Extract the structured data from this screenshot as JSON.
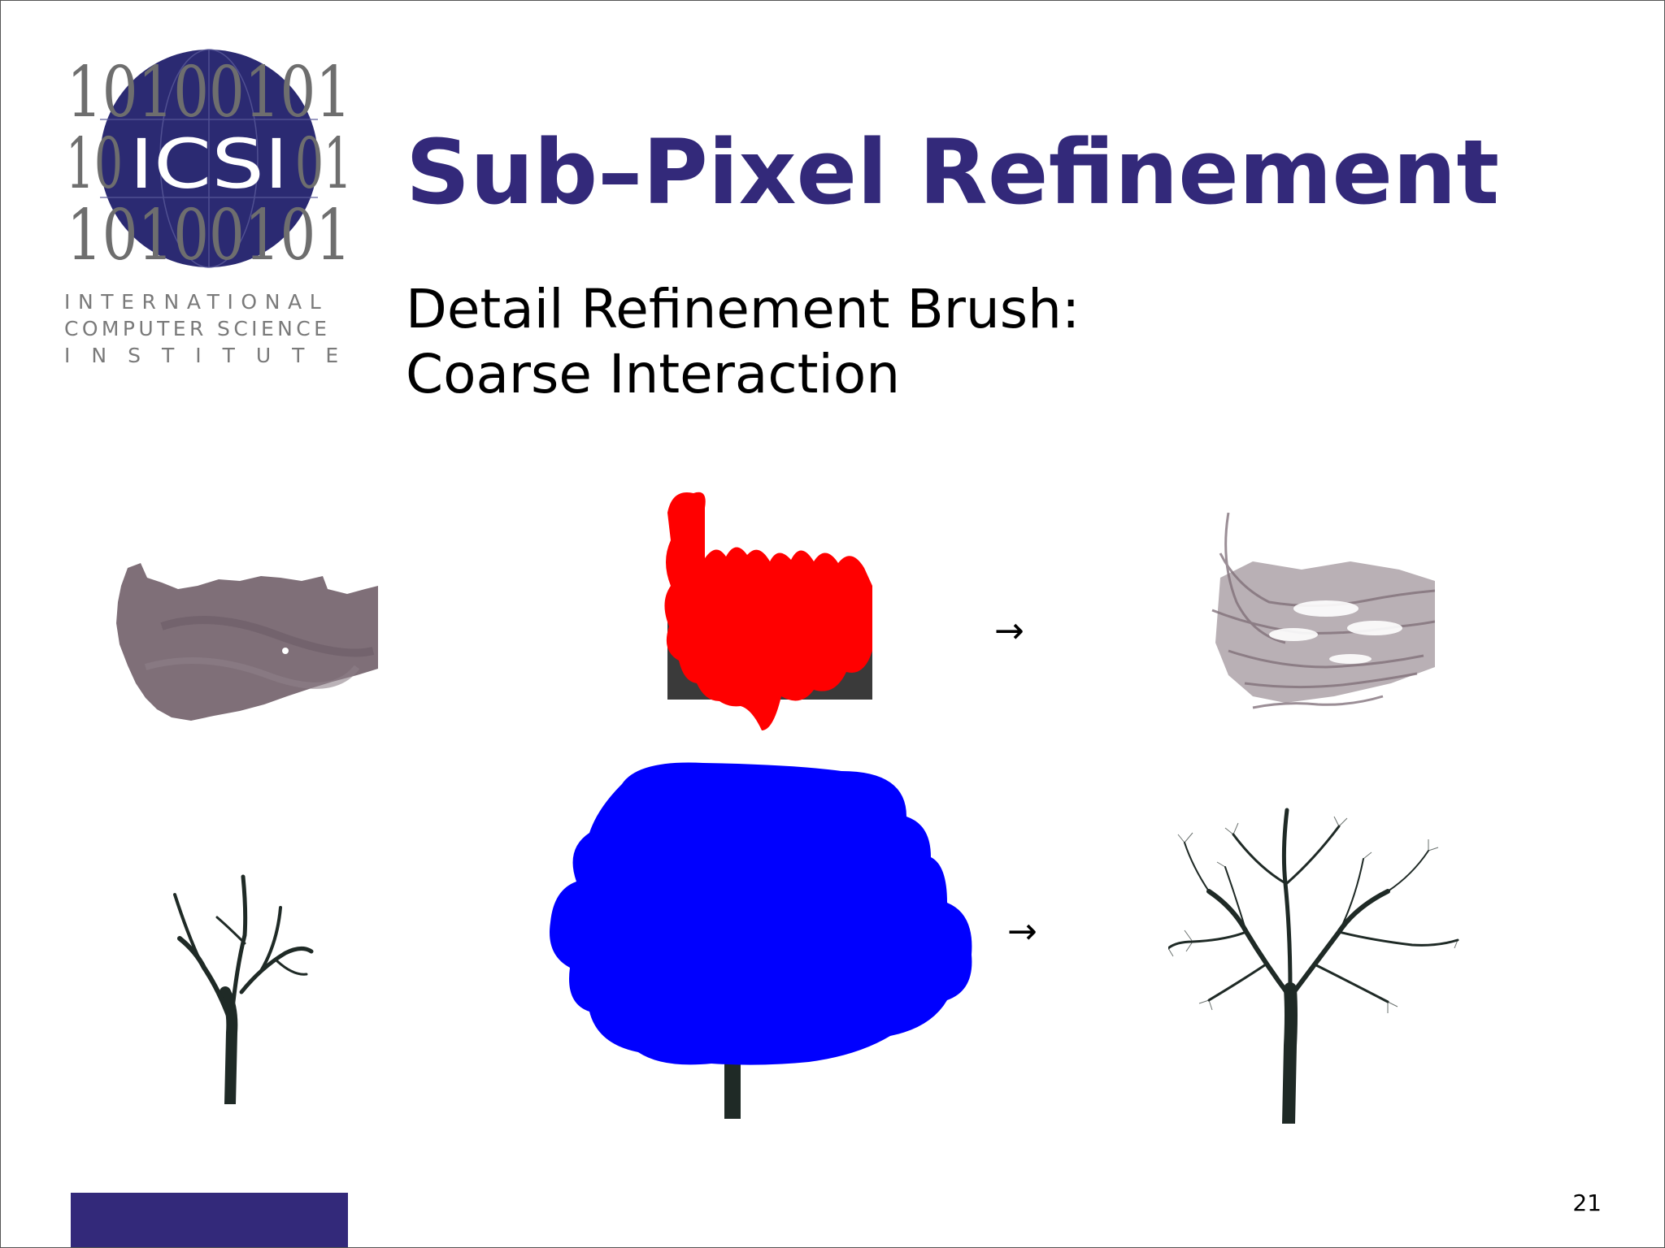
{
  "logo": {
    "binary_top": "10100101",
    "binary_middle_left": "10",
    "binary_middle_right": "01",
    "binary_bottom": "10100101",
    "center_text": "ICSI",
    "caption_line1": "INTERNATIONAL",
    "caption_line2": "COMPUTER SCIENCE",
    "caption_line3": "INSTITUTE",
    "globe_color": "#2b2a72",
    "digit_color": "#6e6e6e"
  },
  "slide": {
    "title": "Sub–Pixel Refinement",
    "subtitle_line1": "Detail Refinement Brush:",
    "subtitle_line2": "Coarse Interaction",
    "arrow_top": "→",
    "arrow_bottom": "→",
    "page_number": "21",
    "title_color": "#33297a",
    "accent_bar_color": "#33297a"
  },
  "figures": {
    "brush_red": "#ff0000",
    "brush_blue": "#0000ff",
    "fur_color": "#7f6f78",
    "tree_color": "#1f2a26"
  }
}
